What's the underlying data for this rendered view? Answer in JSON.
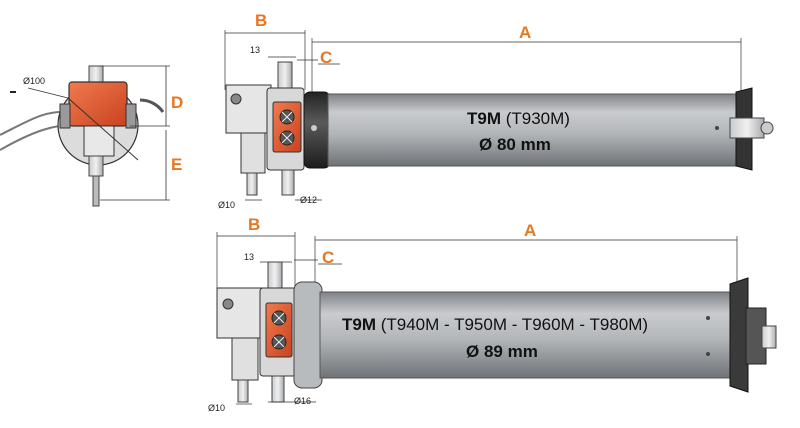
{
  "colors": {
    "accent": "#e87722",
    "motor_body": "#a9acb0",
    "motor_ring": "#3f3f3f",
    "head_red": "#e0532c",
    "outline": "#333333"
  },
  "end_view": {
    "diameter": "Ø100",
    "letter_d": "D",
    "letter_e": "E"
  },
  "motor_top": {
    "letter_a": "A",
    "letter_b": "B",
    "letter_c": "C",
    "dim_13": "13",
    "dim_10": "Ø10",
    "dim_12": "Ø12",
    "name_bold": "T9M",
    "name_rest": " (T930M)",
    "diameter": "Ø 80 mm"
  },
  "motor_bottom": {
    "letter_a": "A",
    "letter_b": "B",
    "letter_c": "C",
    "dim_13": "13",
    "dim_10": "Ø10",
    "dim_16": "Ø16",
    "name_bold": "T9M",
    "name_rest": " (T940M - T950M - T960M - T980M)",
    "diameter": "Ø 89 mm"
  }
}
